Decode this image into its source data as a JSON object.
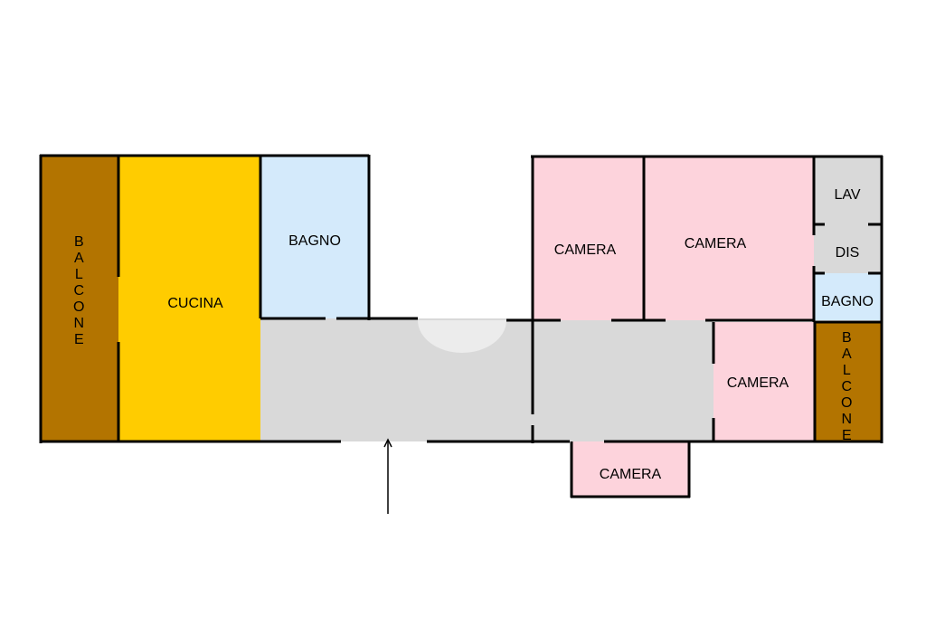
{
  "colors": {
    "balcony": "#b37400",
    "kitchen": "#ffcc00",
    "bath": "#d4eafb",
    "bedroom": "#fdd3dc",
    "service": "#d9d9d9",
    "corridor": "#d9d9d9",
    "wall": "#000000",
    "background": "#ffffff"
  },
  "rooms": {
    "balcone_left": "BALCONE",
    "cucina": "CUCINA",
    "bagno_main": "BAGNO",
    "camera_1": "CAMERA",
    "camera_2": "CAMERA",
    "lav": "LAV",
    "dis": "DIS",
    "bagno_small": "BAGNO",
    "camera_3": "CAMERA",
    "balcone_right": "BALCONE",
    "camera_4": "CAMERA"
  }
}
